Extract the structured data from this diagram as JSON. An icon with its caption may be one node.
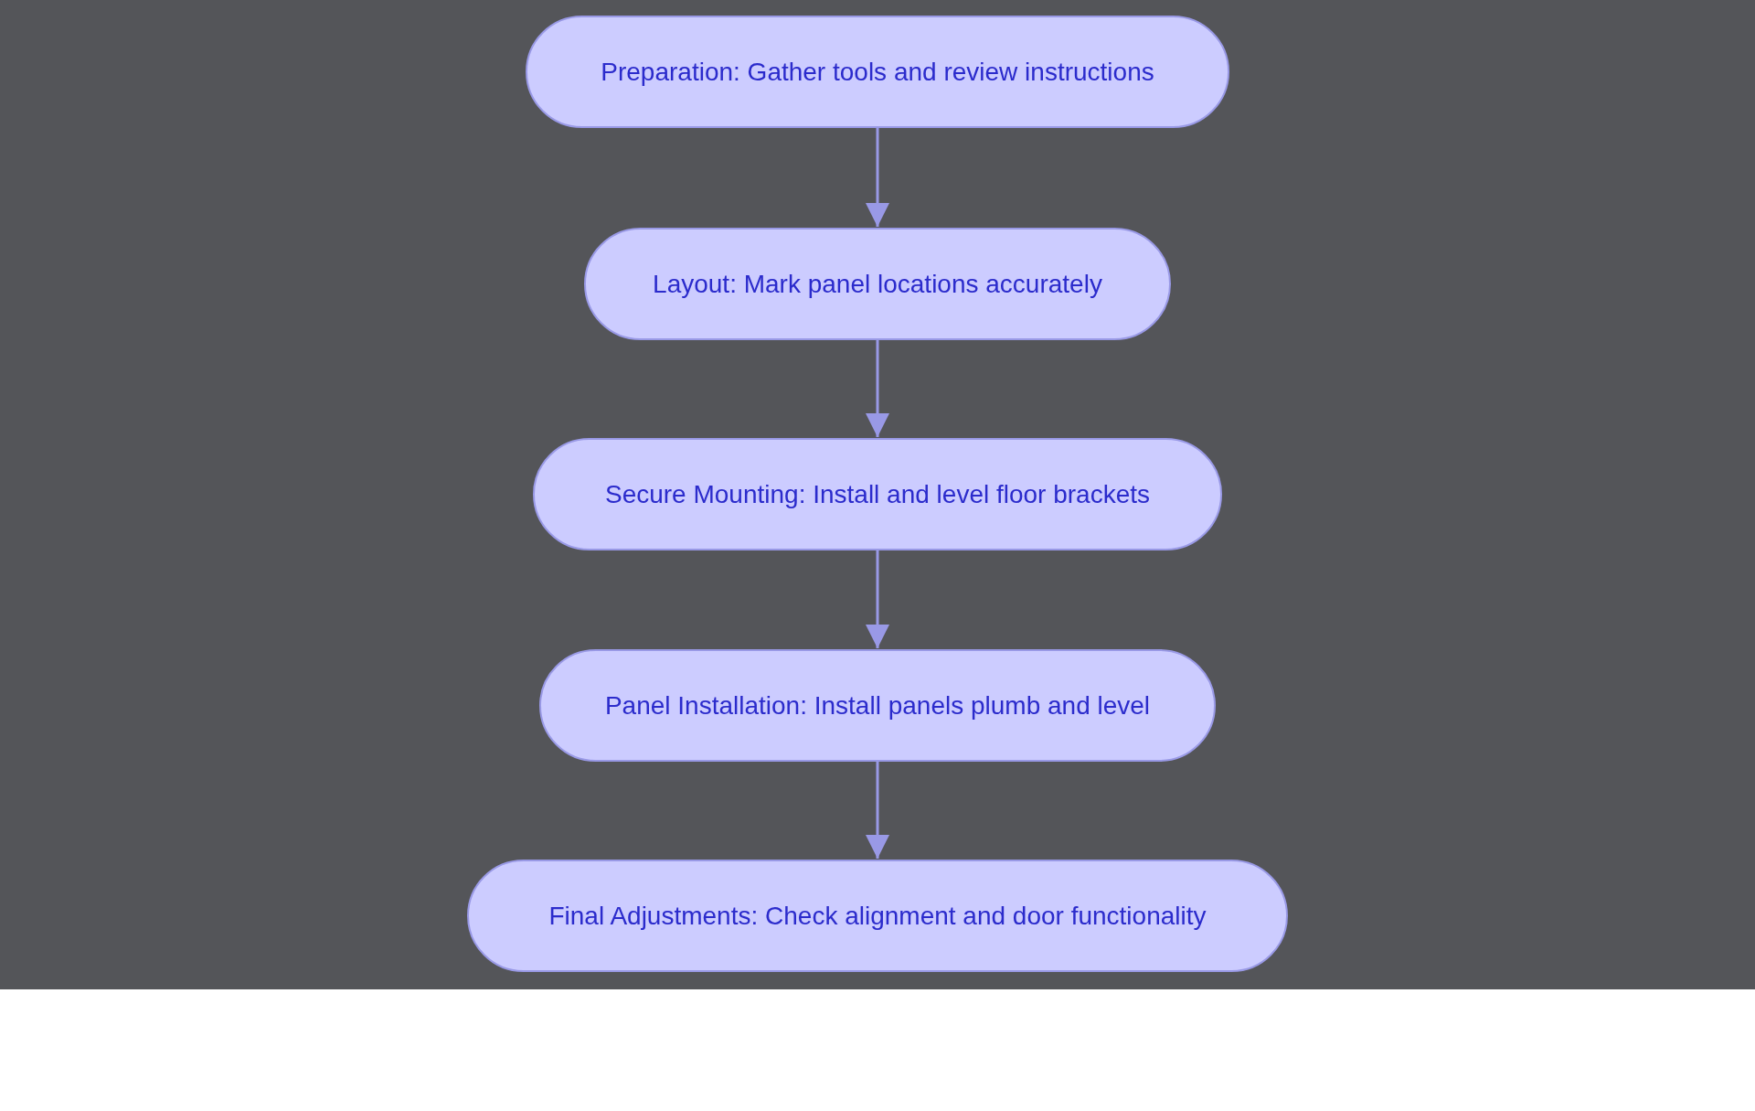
{
  "diagram": {
    "nodes": [
      {
        "text": [
          "Preparation: Gather tools and review instructions"
        ]
      },
      {
        "text": [
          "Layout: Mark panel locations accurately"
        ]
      },
      {
        "text": [
          "Secure Mounting: Install and level floor brackets"
        ]
      },
      {
        "text": [
          "Panel Installation: Install panels plumb and level"
        ]
      },
      {
        "text": [
          "Final Adjustments: Check alignment and door functionality"
        ]
      }
    ],
    "edges": [
      {
        "from": 0,
        "to": 1,
        "arrow": "to"
      },
      {
        "from": 1,
        "to": 2,
        "arrow": "to"
      },
      {
        "from": 2,
        "to": 3,
        "arrow": "to"
      },
      {
        "from": 3,
        "to": 4,
        "arrow": "to"
      }
    ]
  }
}
